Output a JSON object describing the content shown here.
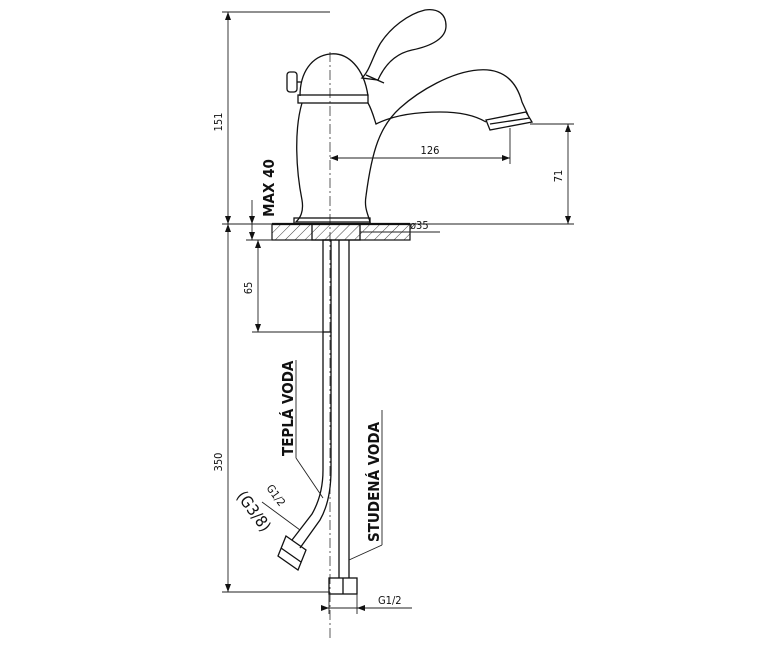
{
  "dimensions": {
    "height_total": "151",
    "spout_reach": "126",
    "spout_height": "71",
    "max_thickness": "MAX 40",
    "base_diameter": "ø35",
    "pipe_tail": "65",
    "pipe_length": "350",
    "thread_hot": "G1/2",
    "thread_hot_alt": "(G3/8)",
    "thread_cold": "G1/2"
  },
  "labels": {
    "hot_water": "TEPLÁ VODA",
    "cold_water": "STUDENÁ VODA"
  }
}
